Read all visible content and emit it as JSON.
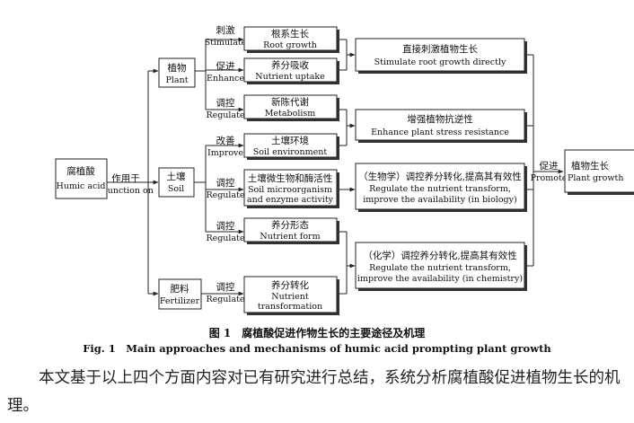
{
  "nodes": {
    "humic_acid": {
      "zh": "腐植酸",
      "en": "Humic acid"
    },
    "plant": {
      "zh": "植物",
      "en": "Plant"
    },
    "soil": {
      "zh": "土壤",
      "en": "Soil"
    },
    "fertilizer": {
      "zh": "肥料",
      "en": "Fertilizer"
    },
    "root_growth": {
      "zh": "根系生长",
      "en": "Root growth"
    },
    "nutrient_uptake": {
      "zh": "养分吸收",
      "en": "Nutrient uptake"
    },
    "metabolism": {
      "zh": "新陈代谢",
      "en": "Metabolism"
    },
    "soil_environment": {
      "zh": "土壤环境",
      "en": "Soil environment"
    },
    "soil_microorganism": {
      "zh": "土壤微生物和酶活性",
      "en1": "Soil microorganism",
      "en2": "and enzyme activity"
    },
    "nutrient_form": {
      "zh": "养分形态",
      "en": "Nutrient form"
    },
    "nutrient_transformation": {
      "zh": "养分转化",
      "en1": "Nutrient",
      "en2": "transformation"
    },
    "stimulate_root": {
      "zh": "直接刺激植物生长",
      "en": "Stimulate root growth directly"
    },
    "stress_resistance": {
      "zh": "增强植物抗逆性",
      "en": "Enhance plant stress resistance"
    },
    "bio_regulate": {
      "zh": "（生物学）调控养分转化,提高其有效性",
      "en1": "Regulate the nutrient transform,",
      "en2": "improve the availability (in biology)"
    },
    "chem_regulate": {
      "zh": "（化学）调控养分转化,提高其有效性",
      "en1": "Regulate the nutrient transform,",
      "en2": "improve the availability (in chemistry)"
    },
    "plant_growth": {
      "zh": "植物生长",
      "en": "Plant growth"
    }
  },
  "edges": {
    "function_on": {
      "zh": "作用于",
      "en": "Function on"
    },
    "stimulate": {
      "zh": "刺激",
      "en": "Stimulate"
    },
    "enhance": {
      "zh": "促进",
      "en": "Enhance"
    },
    "regulate_metabolism": {
      "zh": "调控",
      "en": "Regulate"
    },
    "improve": {
      "zh": "改善",
      "en": "Improve"
    },
    "regulate_micro": {
      "zh": "调控",
      "en": "Regulate"
    },
    "regulate_form": {
      "zh": "调控",
      "en": "Regulate"
    },
    "regulate_fert": {
      "zh": "调控",
      "en": "Regulate"
    },
    "promote": {
      "zh": "促进",
      "en": "Promote"
    }
  },
  "caption": {
    "zh": "图 1　腐植酸促进作物生长的主要途径及机理",
    "en": "Fig. 1　Main approaches and mechanisms of humic acid prompting plant growth"
  },
  "body_text": "本文基于以上四个方面内容对已有研究进行总结，系统分析腐植酸促进植物生长的机理。"
}
